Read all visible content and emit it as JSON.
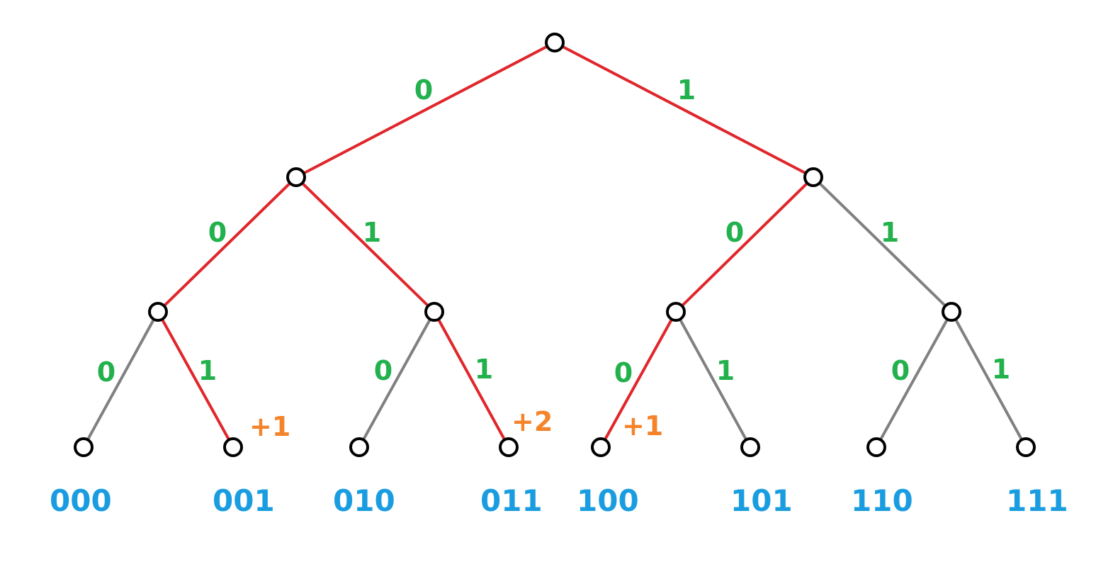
{
  "colors": {
    "path_edge": "#e0262b",
    "other_edge": "#808080",
    "bit_label": "#22b14c",
    "leaf_label": "#1a9de0",
    "increment": "#f5832a",
    "node_stroke": "#000000"
  },
  "tree": {
    "nodes": [
      {
        "id": "root"
      },
      {
        "id": "n0"
      },
      {
        "id": "n1"
      },
      {
        "id": "n00"
      },
      {
        "id": "n01"
      },
      {
        "id": "n10"
      },
      {
        "id": "n11"
      },
      {
        "id": "l000"
      },
      {
        "id": "l001"
      },
      {
        "id": "l010"
      },
      {
        "id": "l011"
      },
      {
        "id": "l100"
      },
      {
        "id": "l101"
      },
      {
        "id": "l110"
      },
      {
        "id": "l111"
      }
    ],
    "edges": [
      {
        "from": "root",
        "to": "n0",
        "bit": "0",
        "highlighted": true
      },
      {
        "from": "root",
        "to": "n1",
        "bit": "1",
        "highlighted": true
      },
      {
        "from": "n0",
        "to": "n00",
        "bit": "0",
        "highlighted": true
      },
      {
        "from": "n0",
        "to": "n01",
        "bit": "1",
        "highlighted": true
      },
      {
        "from": "n1",
        "to": "n10",
        "bit": "0",
        "highlighted": true
      },
      {
        "from": "n1",
        "to": "n11",
        "bit": "1",
        "highlighted": false
      },
      {
        "from": "n00",
        "to": "l000",
        "bit": "0",
        "highlighted": false
      },
      {
        "from": "n00",
        "to": "l001",
        "bit": "1",
        "highlighted": true
      },
      {
        "from": "n01",
        "to": "l010",
        "bit": "0",
        "highlighted": false
      },
      {
        "from": "n01",
        "to": "l011",
        "bit": "1",
        "highlighted": true
      },
      {
        "from": "n10",
        "to": "l100",
        "bit": "0",
        "highlighted": true
      },
      {
        "from": "n10",
        "to": "l101",
        "bit": "1",
        "highlighted": false
      },
      {
        "from": "n11",
        "to": "l110",
        "bit": "0",
        "highlighted": false
      },
      {
        "from": "n11",
        "to": "l111",
        "bit": "1",
        "highlighted": false
      }
    ],
    "leaf_labels": [
      "000",
      "001",
      "010",
      "011",
      "100",
      "101",
      "110",
      "111"
    ],
    "increments": [
      {
        "leaf": "l001",
        "text": "+1"
      },
      {
        "leaf": "l011",
        "text": "+2"
      },
      {
        "leaf": "l100",
        "text": "+1"
      }
    ]
  }
}
